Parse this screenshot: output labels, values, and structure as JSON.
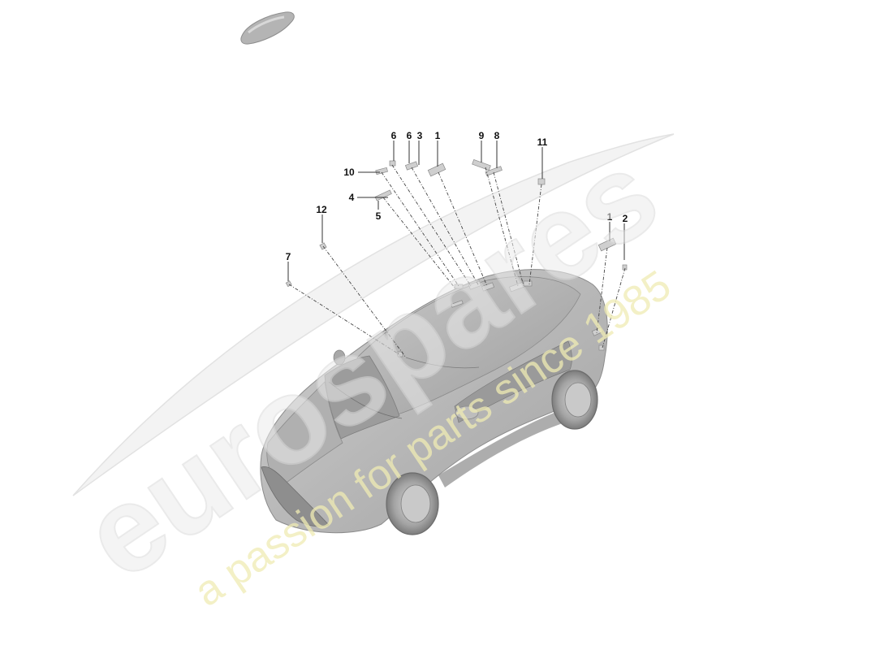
{
  "watermark": {
    "brand": "eurospares",
    "tagline": "a passion for parts since 1985"
  },
  "callouts": [
    {
      "id": "c7",
      "label": "7"
    },
    {
      "id": "c12",
      "label": "12"
    },
    {
      "id": "c4",
      "label": "4"
    },
    {
      "id": "c5",
      "label": "5"
    },
    {
      "id": "c10",
      "label": "10"
    },
    {
      "id": "c6a",
      "label": "6"
    },
    {
      "id": "c6b",
      "label": "6"
    },
    {
      "id": "c3",
      "label": "3"
    },
    {
      "id": "c1a",
      "label": "1"
    },
    {
      "id": "c9",
      "label": "9"
    },
    {
      "id": "c8",
      "label": "8"
    },
    {
      "id": "c11",
      "label": "11"
    },
    {
      "id": "c1b",
      "label": "1"
    },
    {
      "id": "c2",
      "label": "2"
    }
  ]
}
